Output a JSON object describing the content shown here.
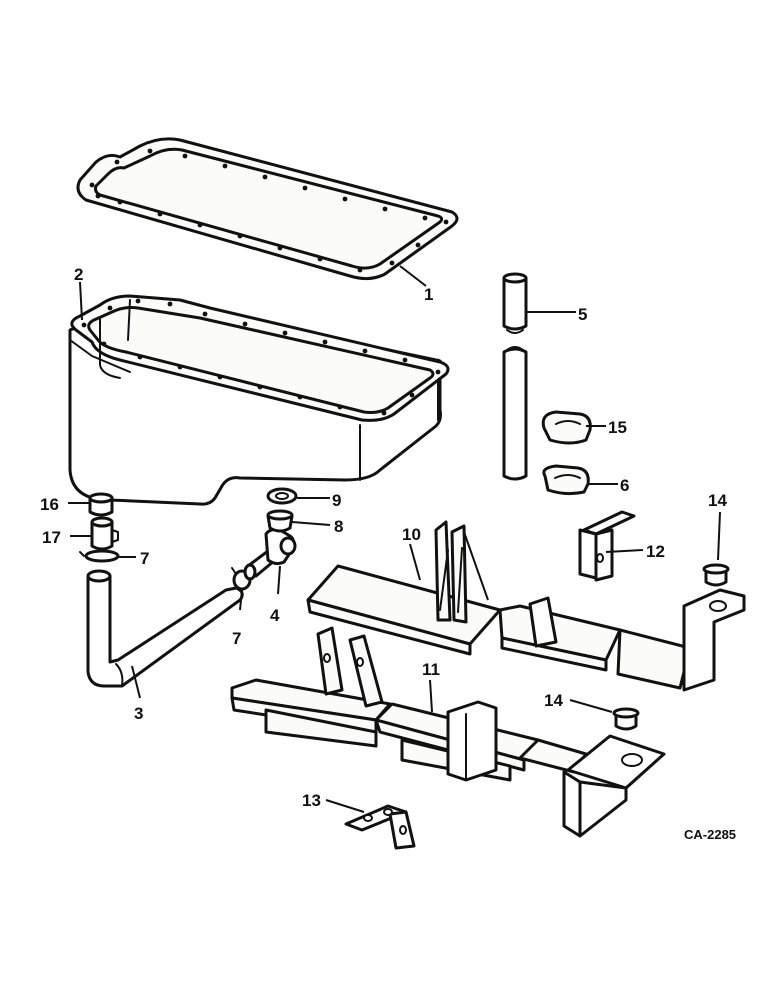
{
  "diagram": {
    "reference_code": "CA-2285",
    "callouts": [
      {
        "id": "c1",
        "label": "1",
        "part": "oil-pan-gasket"
      },
      {
        "id": "c2",
        "label": "2",
        "part": "oil-pan"
      },
      {
        "id": "c3",
        "label": "3",
        "part": "drain-tube"
      },
      {
        "id": "c4",
        "label": "4",
        "part": "elbow-fitting"
      },
      {
        "id": "c5",
        "label": "5",
        "part": "dipstick-tube"
      },
      {
        "id": "c6",
        "label": "6",
        "part": "clip"
      },
      {
        "id": "c7a",
        "label": "7",
        "part": "hose-clamp-upper"
      },
      {
        "id": "c7b",
        "label": "7",
        "part": "hose-clamp-lower"
      },
      {
        "id": "c8",
        "label": "8",
        "part": "drain-plug"
      },
      {
        "id": "c9",
        "label": "9",
        "part": "washer"
      },
      {
        "id": "c10",
        "label": "10",
        "part": "pan-support-upper"
      },
      {
        "id": "c11",
        "label": "11",
        "part": "pan-support-lower"
      },
      {
        "id": "c12",
        "label": "12",
        "part": "bracket-right"
      },
      {
        "id": "c13",
        "label": "13",
        "part": "bracket-left"
      },
      {
        "id": "c14a",
        "label": "14",
        "part": "bushing-upper"
      },
      {
        "id": "c14b",
        "label": "14",
        "part": "bushing-lower"
      },
      {
        "id": "c15",
        "label": "15",
        "part": "clip-upper"
      },
      {
        "id": "c16",
        "label": "16",
        "part": "cap"
      },
      {
        "id": "c17",
        "label": "17",
        "part": "valve"
      }
    ]
  }
}
